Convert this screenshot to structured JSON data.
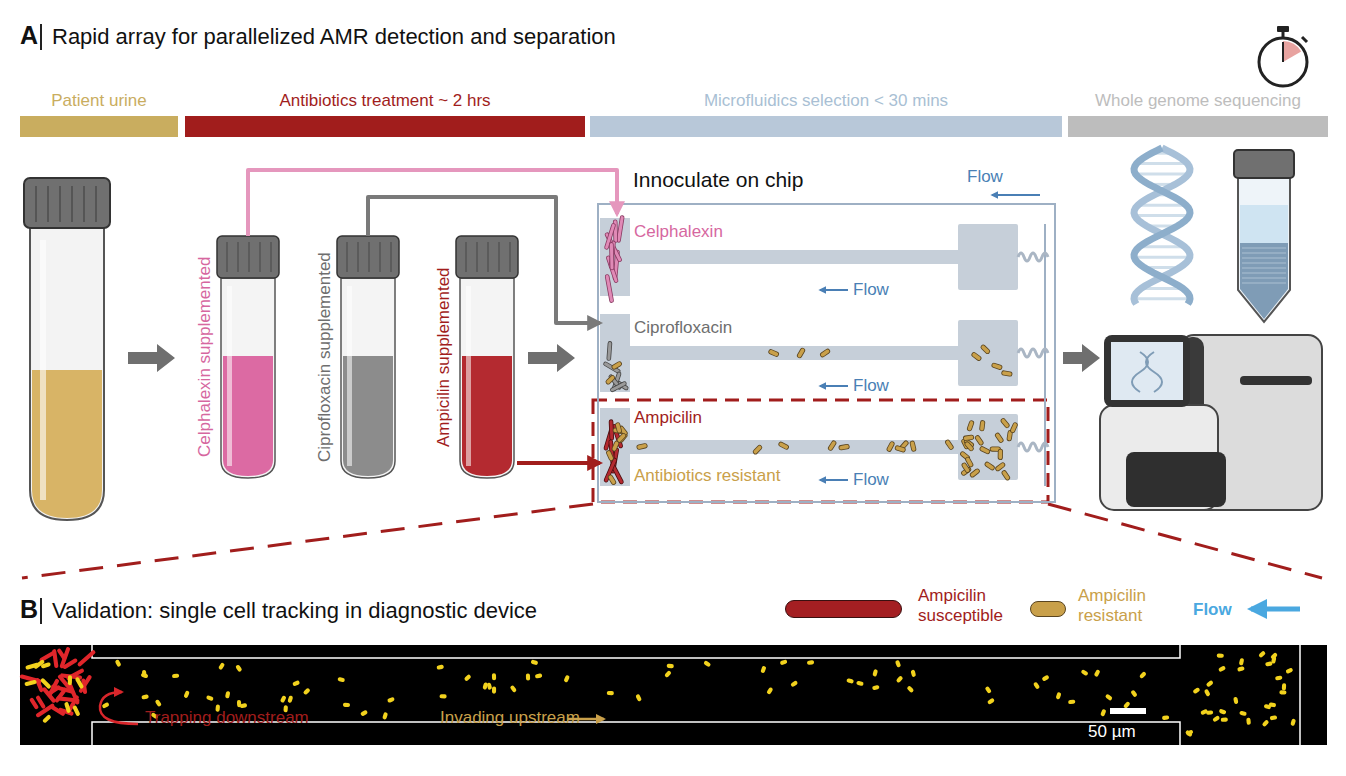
{
  "diagram": {
    "nodes": [
      {
        "text": [
          "Patient urine"
        ]
      },
      {
        "text": [
          "Antibiotics treatment ~ 2 hrs"
        ]
      },
      {
        "text": [
          "Microfluidics selection < 30 mins"
        ]
      },
      {
        "text": [
          "Whole genome sequencing"
        ]
      },
      {
        "text": [
          "Celphalexin supplemented"
        ]
      },
      {
        "text": [
          "Ciprofloxacin supplemented"
        ]
      },
      {
        "text": [
          "Ampicilin supplemented"
        ]
      },
      {
        "text": [
          "Innoculate on chip",
          "Flow"
        ]
      },
      {
        "text": [
          "Celphalexin",
          "Flow"
        ],
        "in": 7
      },
      {
        "text": [
          "Ciprofloxacin",
          "Flow"
        ],
        "in": 7
      },
      {
        "text": [
          "Ampicilin",
          "Antibiotics resistant",
          "Flow"
        ],
        "in": 7
      }
    ],
    "edges": [
      {
        "from": 4,
        "to": 8,
        "arrow": "to"
      },
      {
        "from": 5,
        "to": 9,
        "arrow": "to"
      },
      {
        "from": 6,
        "to": 10,
        "arrow": "to"
      }
    ],
    "labels": [
      "A",
      "Rapid array for parallelized AMR detection and separation",
      "B",
      "Validation: single cell tracking in diagnostic device",
      "Trapping downstream",
      "Invading upstream",
      "50 µm"
    ],
    "legend": [
      {
        "text": "Ampicilin susceptible",
        "color": "#a41f22"
      },
      {
        "text": "Ampicilin resistant",
        "color": "#c9a04a"
      },
      {
        "text": "Flow"
      }
    ]
  }
}
